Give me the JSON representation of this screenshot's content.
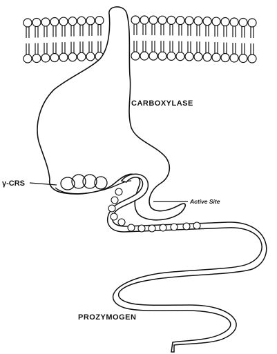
{
  "labels": {
    "carboxylase": "CARBOXYLASE",
    "active_site": "Active Site",
    "gamma_crs": "γ-CRS",
    "prozymogen": "PROZYMOGEN"
  },
  "colors": {
    "ink": "#111111",
    "background": "#ffffff"
  }
}
